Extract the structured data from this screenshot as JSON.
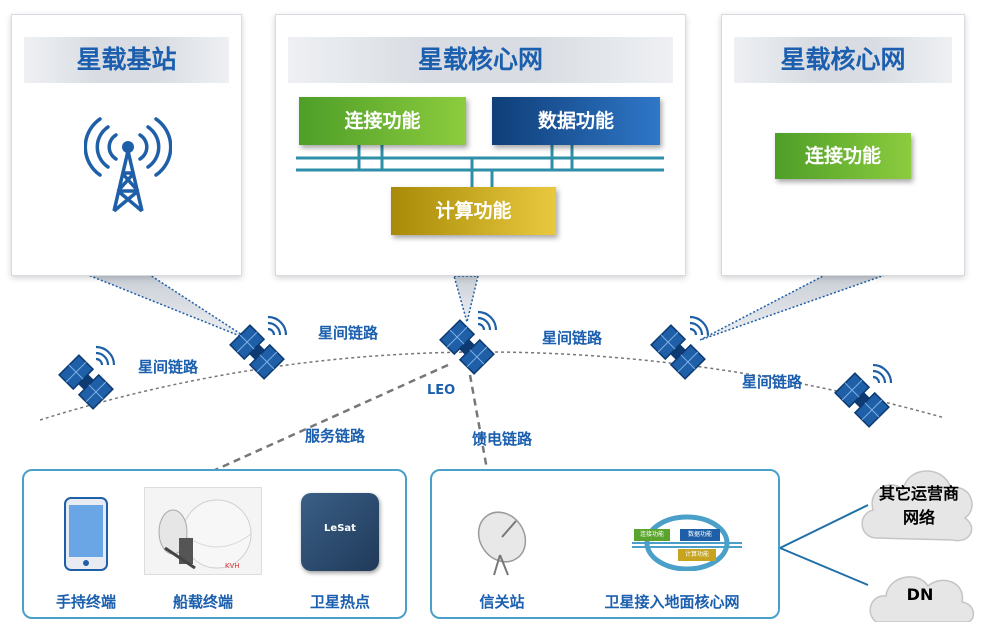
{
  "panels": {
    "base_station": {
      "title": "星载基站"
    },
    "core_full": {
      "title": "星载核心网",
      "connect": "连接功能",
      "data": "数据功能",
      "compute": "计算功能"
    },
    "core_lite": {
      "title": "星载核心网",
      "connect": "连接功能"
    }
  },
  "links": {
    "isl_left": "星间链路",
    "isl_center_left": "星间链路",
    "isl_center_right": "星间链路",
    "isl_right": "星间链路",
    "orbit": "LEO",
    "service": "服务链路",
    "feeder": "馈电链路"
  },
  "terminals": {
    "handheld": "手持终端",
    "ship": "船载终端",
    "hotspot": "卫星热点",
    "hotspot_brand": "LeSat",
    "ship_brand": "KVH"
  },
  "ground": {
    "gateway": "信关站",
    "core": "卫星接入地面核心网",
    "mini_connect": "连接功能",
    "mini_data": "数据功能",
    "mini_compute": "计算功能"
  },
  "clouds": {
    "other_operators": "其它运营商网络",
    "dn": "DN"
  },
  "colors": {
    "accent": "#1b5fae",
    "frame": "#4aa0c8",
    "satellite": "#1f5fa8"
  }
}
